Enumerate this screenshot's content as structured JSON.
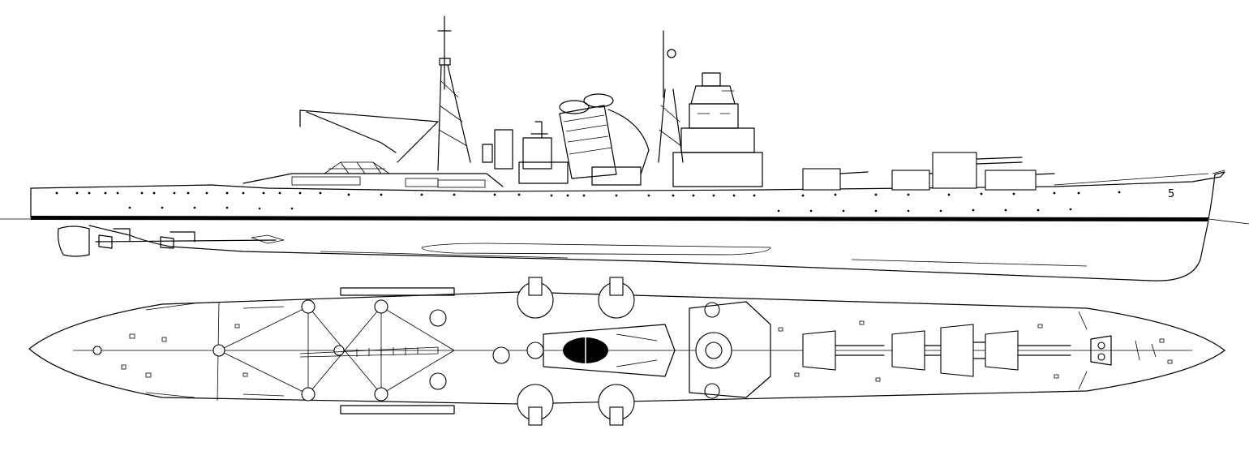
{
  "drawing": {
    "views": [
      {
        "id": "profile",
        "label": ""
      },
      {
        "id": "plan",
        "label": ""
      }
    ],
    "hull_number_mark": "5",
    "colors": {
      "line": "#000000",
      "paper": "#ffffff"
    }
  }
}
